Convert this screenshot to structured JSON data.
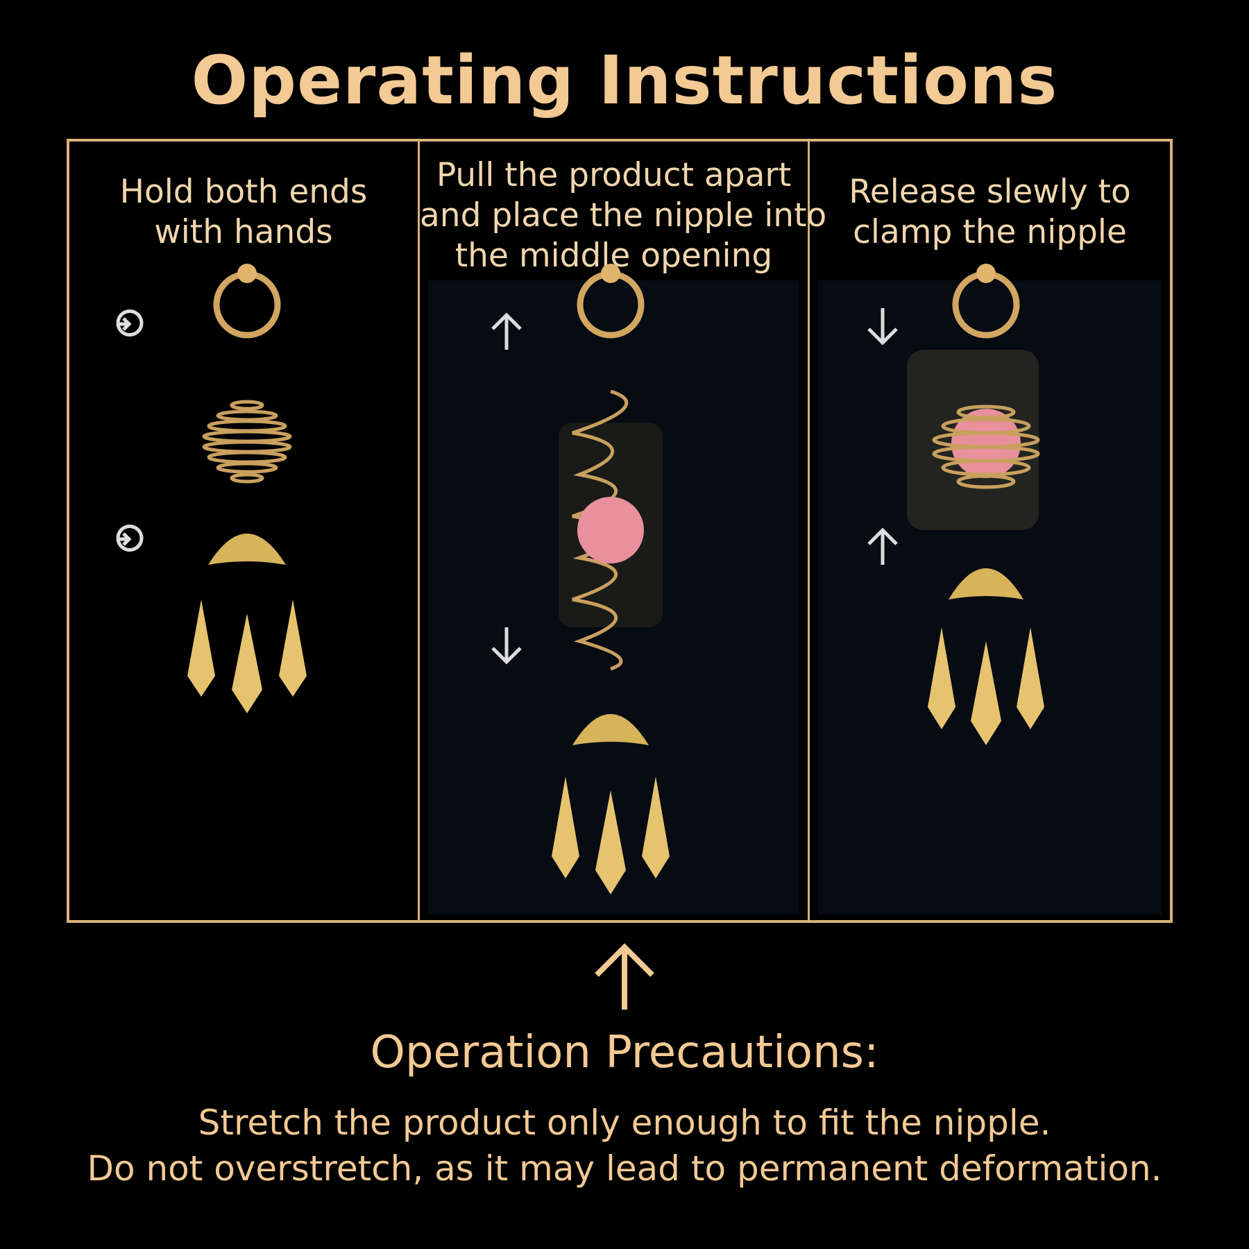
{
  "title": "Operating Instructions",
  "steps": [
    {
      "lines": [
        "Hold both ends",
        "with hands"
      ]
    },
    {
      "lines": [
        "Pull the product apart",
        "and place the nipple into",
        "the middle opening"
      ]
    },
    {
      "lines": [
        "Release slewly to",
        "clamp the nipple"
      ]
    }
  ],
  "precautions": {
    "title": "Operation Precautions:",
    "lines": [
      "Stretch the product only enough to fit the nipple.",
      "Do not overstretch, as it may lead to permanent deformation."
    ]
  },
  "colors": {
    "gold": "#d9b27a",
    "text": "#f3c994",
    "pink": "#e8909c",
    "background": "#000000"
  }
}
